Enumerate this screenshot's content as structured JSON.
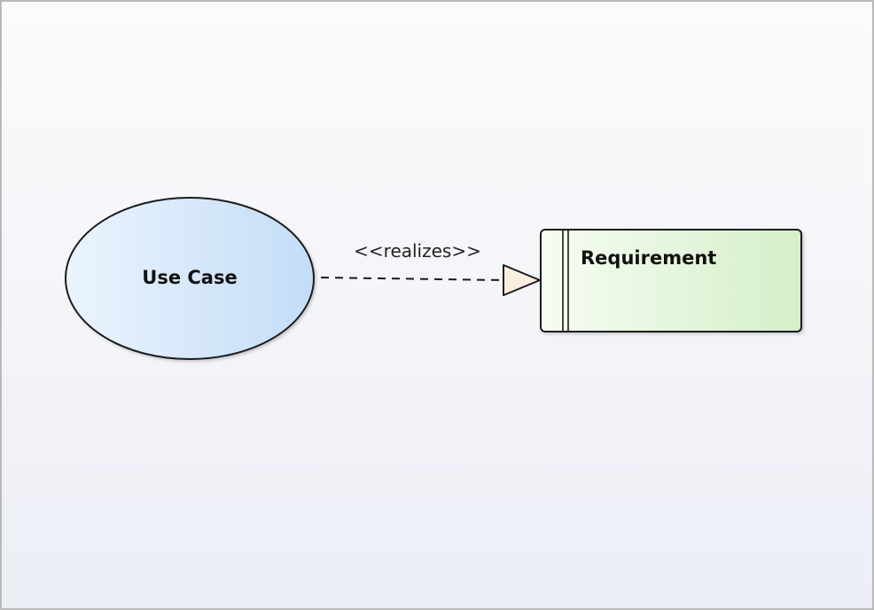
{
  "diagram": {
    "use_case": {
      "label": "Use Case"
    },
    "requirement": {
      "label": "Requirement"
    },
    "connector": {
      "stereotype": "<<realizes>>",
      "style": "dashed",
      "arrowhead": "hollow-triangle"
    }
  },
  "colors": {
    "use_case_fill_light": "#e9f3fd",
    "use_case_fill_dark": "#c3ddf7",
    "requirement_fill_light": "#f6fbf2",
    "requirement_fill_dark": "#d6f0cc",
    "arrowhead_fill": "#faeee0",
    "stroke": "#1a1a1a"
  }
}
